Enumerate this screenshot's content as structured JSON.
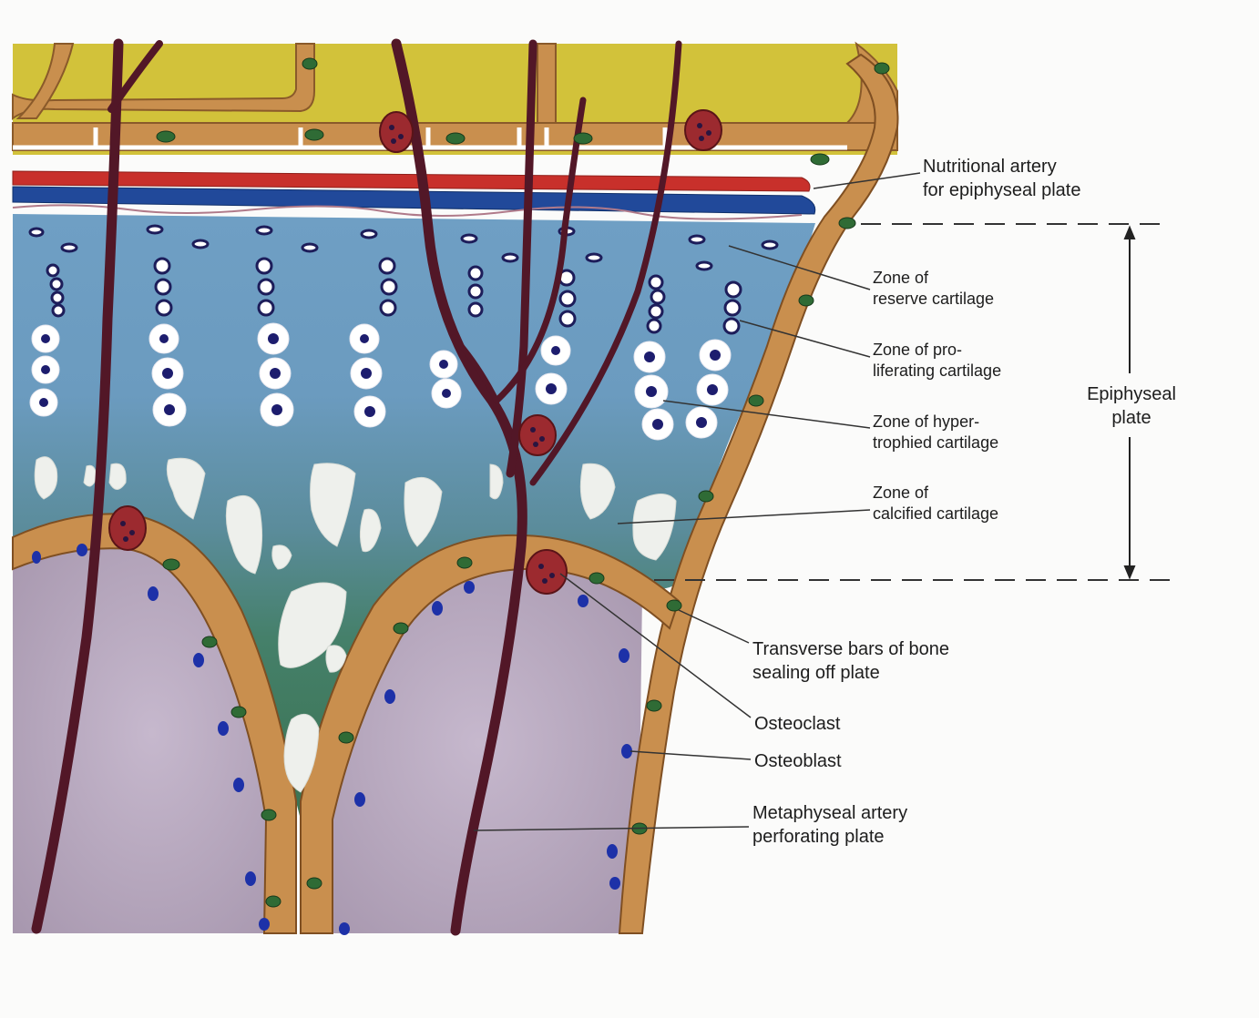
{
  "labels": {
    "nutritional_artery": {
      "line1": "Nutritional artery",
      "line2": "for epiphyseal plate"
    },
    "zone_reserve": {
      "line1": "Zone of",
      "line2": "reserve cartilage"
    },
    "zone_proliferating": {
      "line1": "Zone of pro-",
      "line2": "liferating cartilage"
    },
    "zone_hypertrophied": {
      "line1": "Zone of hyper-",
      "line2": "trophied cartilage"
    },
    "zone_calcified": {
      "line1": "Zone of",
      "line2": "calcified cartilage"
    },
    "transverse_bars": {
      "line1": "Transverse bars of bone",
      "line2": "sealing off plate"
    },
    "osteoclast": "Osteoclast",
    "osteoblast": "Osteoblast",
    "metaphyseal_artery": {
      "line1": "Metaphyseal artery",
      "line2": "perforating plate"
    },
    "epiphyseal_plate": {
      "line1": "Epiphyseal",
      "line2": "plate"
    }
  },
  "colors": {
    "epiphysis_marrow": "#d2c23a",
    "bone_trabeculae": "#c98f4e",
    "artery_red": "#c8302b",
    "vein_blue": "#21499a",
    "reserve_cartilage": "#6f9fc4",
    "calcified_cartilage": "#3f7a57",
    "metaphysis_marrow": "#b7a9bf",
    "vessel_dark": "#521727",
    "osteoclast": "#9c2a2f",
    "osteoblast": "#1d31a8",
    "osteocyte": "#2f6b35"
  }
}
